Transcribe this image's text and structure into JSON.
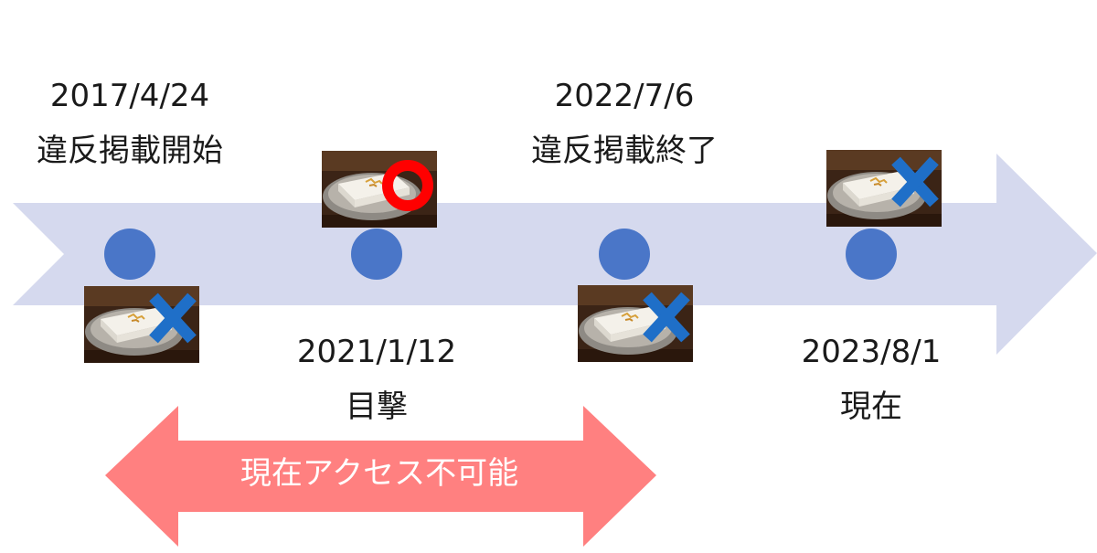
{
  "events": [
    {
      "date": "2017/4/24",
      "label": "違反掲載開始",
      "status": "cross"
    },
    {
      "date": "2021/1/12",
      "label": "目撃",
      "status": "circle"
    },
    {
      "date": "2022/7/6",
      "label": "違反掲載終了",
      "status": "cross"
    },
    {
      "date": "2023/8/1",
      "label": "現在",
      "status": "cross"
    }
  ],
  "range_arrow": {
    "label": "現在アクセス不可能"
  },
  "colors": {
    "timeline_band": "#d5d9ee",
    "dot": "#4a76c8",
    "range_arrow": "#ff8080",
    "cross_mark": "#1f6fc8",
    "circle_mark": "#ff0000"
  }
}
